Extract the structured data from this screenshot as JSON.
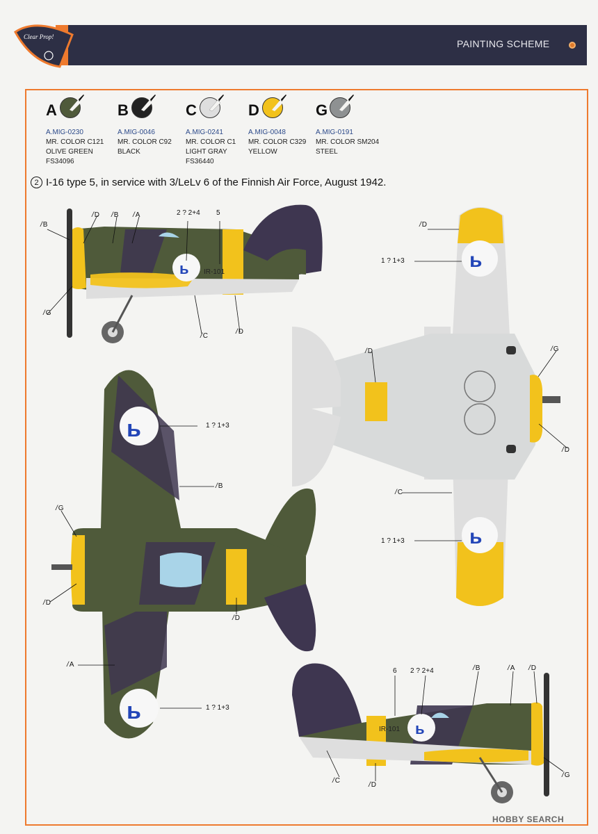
{
  "header": {
    "title": "PAINTING SCHEME",
    "logo_text": "Clear Prop!"
  },
  "swatches": [
    {
      "letter": "A",
      "code": "A.MIG-0230",
      "lines": [
        "MR. COLOR C121",
        "OLIVE GREEN",
        "FS34096"
      ],
      "color": "#4f5a3a"
    },
    {
      "letter": "B",
      "code": "A.MIG-0046",
      "lines": [
        "MR. COLOR C92",
        "BLACK"
      ],
      "color": "#222222"
    },
    {
      "letter": "C",
      "code": "A.MIG-0241",
      "lines": [
        "MR. COLOR C1",
        "LIGHT GRAY",
        "FS36440"
      ],
      "color": "#dedede"
    },
    {
      "letter": "D",
      "code": "A.MIG-0048",
      "lines": [
        "MR. COLOR C329",
        "YELLOW"
      ],
      "color": "#f2c21c"
    },
    {
      "letter": "G",
      "code": "A.MIG-0191",
      "lines": [
        "MR. COLOR SM204",
        "STEEL"
      ],
      "color": "#8e9192"
    }
  ],
  "scheme": {
    "number": "2",
    "title": "I-16 type 5, in service with 3/LeLv 6 of the Finnish Air Force, August 1942."
  },
  "callouts": {
    "b1": "B",
    "d1": "D",
    "b2": "B",
    "a1": "A",
    "num1": "2 ? 2+4",
    "num2": "5",
    "g1": "G",
    "c1": "C",
    "d2": "D",
    "d3": "D",
    "n3": "1 ? 1+3",
    "d4": "D",
    "g2": "G",
    "d5": "D",
    "c2": "C",
    "n4": "1 ? 1+3",
    "n5": "1 ? 1+3",
    "b3": "B",
    "g3": "G",
    "d6": "D",
    "d7": "D",
    "a2": "A",
    "n6": "1 ? 1+3",
    "n7": "6",
    "n8": "2 ? 2+4",
    "b4": "B",
    "a3": "A",
    "d8": "D",
    "c3": "C",
    "d9": "D",
    "g4": "G"
  },
  "aircraft_code": "IR-101",
  "aircraft_code_partial": "IR-101",
  "watermark": "HOBBY SEARCH"
}
